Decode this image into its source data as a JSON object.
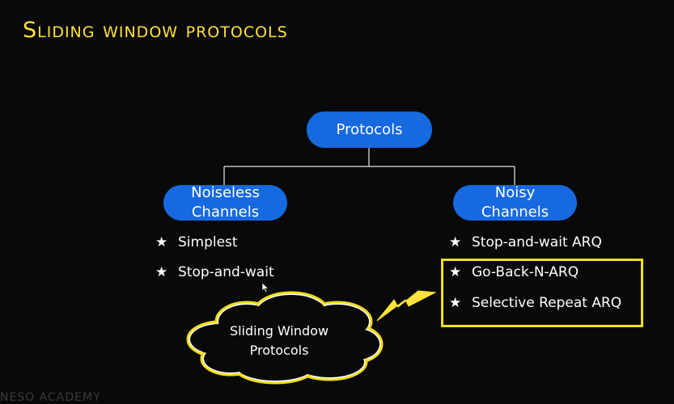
{
  "title": "Sliding window protocols",
  "root": {
    "label": "Protocols"
  },
  "branches": {
    "noiseless": {
      "line1": "Noiseless",
      "line2": "Channels",
      "items": [
        "Simplest",
        "Stop-and-wait"
      ]
    },
    "noisy": {
      "line1": "Noisy",
      "line2": "Channels",
      "items": [
        "Stop-and-wait ARQ",
        "Go-Back-N-ARQ",
        "Selective Repeat ARQ"
      ]
    }
  },
  "callout": {
    "line1": "Sliding Window",
    "line2": "Protocols"
  },
  "watermark": "NESO ACADEMY",
  "colors": {
    "title": "#ffe23a",
    "node": "#1769e0",
    "highlight": "#f2dc1e",
    "background": "#090909"
  },
  "icons": {
    "bullet": "star-icon",
    "lightning": "lightning-bolt-icon",
    "cloud": "cloud-shape"
  }
}
